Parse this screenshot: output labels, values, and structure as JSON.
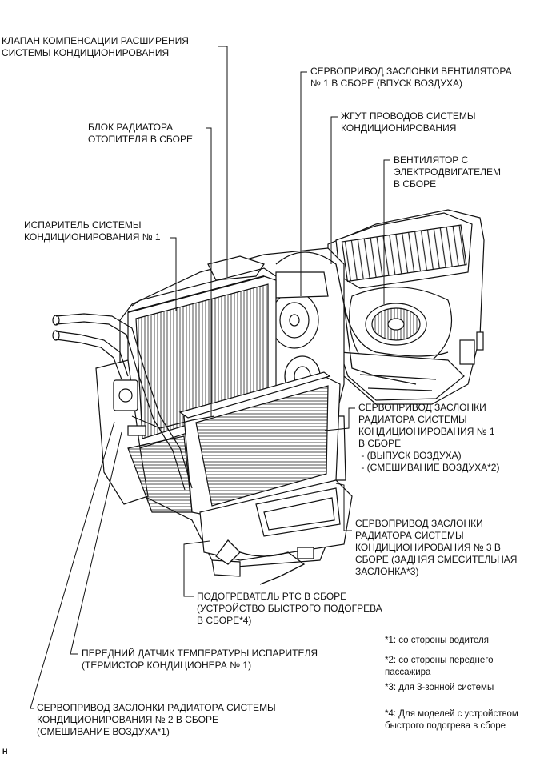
{
  "labels": {
    "expansion_valve": "КЛАПАН КОМПЕНСАЦИИ РАСШИРЕНИЯ\nСИСТЕМЫ КОНДИЦИОНИРОВАНИЯ",
    "blower_servo": "СЕРВОПРИВОД ЗАСЛОНКИ ВЕНТИЛЯТОРА\n№ 1 В СБОРЕ (ВПУСК ВОЗДУХА)",
    "wire_harness": "ЖГУТ ПРОВОДОВ СИСТЕМЫ\nКОНДИЦИОНИРОВАНИЯ",
    "heater_radiator": "БЛОК РАДИАТОРА\nОТОПИТЕЛЯ В СБОРЕ",
    "blower_motor": "ВЕНТИЛЯТОР С\nЭЛЕКТРОДВИГАТЕЛЕМ\nВ СБОРЕ",
    "evaporator": "ИСПАРИТЕЛЬ СИСТЕМЫ\nКОНДИЦИОНИРОВАНИЯ № 1",
    "radiator_servo_1": "СЕРВОПРИВОД ЗАСЛОНКИ\nРАДИАТОРА СИСТЕМЫ\nКОНДИЦИОНИРОВАНИЯ № 1\nВ СБОРЕ\n - (ВЫПУСК ВОЗДУХА)\n - (СМЕШИВАНИЕ ВОЗДУХА*2)",
    "radiator_servo_3": "СЕРВОПРИВОД ЗАСЛОНКИ\nРАДИАТОРА СИСТЕМЫ\nКОНДИЦИОНИРОВАНИЯ № 3 В\nСБОРЕ (ЗАДНЯЯ СМЕСИТЕЛЬНАЯ\nЗАСЛОНКА*3)",
    "ptc_heater": "ПОДОГРЕВАТЕЛЬ PTC В СБОРЕ\n(УСТРОЙСТВО БЫСТРОГО ПОДОГРЕВА\nВ СБОРЕ*4)",
    "evap_temp_sensor": "ПЕРЕДНИЙ ДАТЧИК ТЕМПЕРАТУРЫ ИСПАРИТЕЛЯ\n(ТЕРМИСТОР КОНДИЦИОНЕРА № 1)",
    "radiator_servo_2": "СЕРВОПРИВОД ЗАСЛОНКИ РАДИАТОРА СИСТЕМЫ\nКОНДИЦИОНИРОВАНИЯ № 2 В СБОРЕ\n(СМЕШИВАНИЕ ВОЗДУХА*1)"
  },
  "notes": {
    "n1": "*1: со стороны водителя",
    "n2": "*2: со стороны переднего\nпассажира",
    "n3": "*3: для 3-зонной системы",
    "n4": "*4: Для моделей с устройством\nбыстрого подогрева в сборе"
  },
  "figure_code": "H"
}
